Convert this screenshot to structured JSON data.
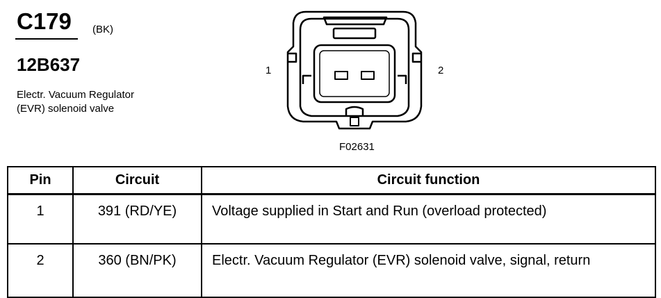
{
  "connector": {
    "id": "C179",
    "color_code": "(BK)",
    "part_number": "12B637",
    "description": "Electr. Vacuum Regulator (EVR) solenoid valve"
  },
  "diagram": {
    "pin_left": "1",
    "pin_right": "2",
    "figure_ref": "F02631"
  },
  "table": {
    "headers": {
      "pin": "Pin",
      "circuit": "Circuit",
      "function": "Circuit function"
    },
    "rows": [
      {
        "pin": "1",
        "circuit": "391 (RD/YE)",
        "function": "Voltage supplied in Start and Run (overload protected)"
      },
      {
        "pin": "2",
        "circuit": "360 (BN/PK)",
        "function": "Electr. Vacuum Regulator (EVR) solenoid valve, signal, return"
      }
    ]
  }
}
